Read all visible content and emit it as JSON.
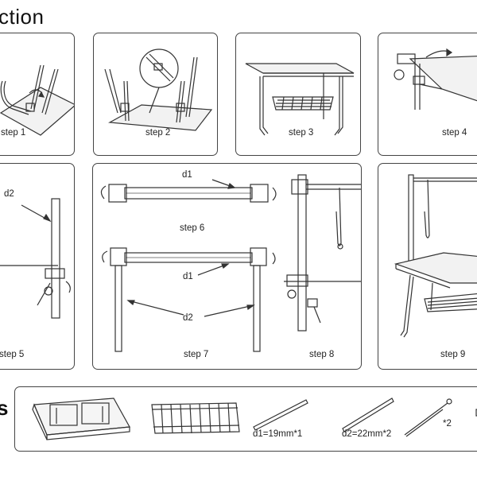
{
  "title": "ction",
  "steps": {
    "step1": "step 1",
    "step2": "step 2",
    "step3": "step 3",
    "step4": "step 4",
    "step5": "step 5",
    "step6": "step 6",
    "step7": "step 7",
    "step8": "step 8",
    "step9": "step 9"
  },
  "labels": {
    "d2_step5": "d2",
    "d1_step6": "d1",
    "d1_step7": "d1",
    "d2_step7": "d2"
  },
  "parts": {
    "left_letter": "s",
    "d1_rod": "d1=19mm*1",
    "d2_rod": "d2=22mm*2",
    "leash": "*2"
  },
  "colors": {
    "line": "#333333",
    "border": "#444444"
  }
}
